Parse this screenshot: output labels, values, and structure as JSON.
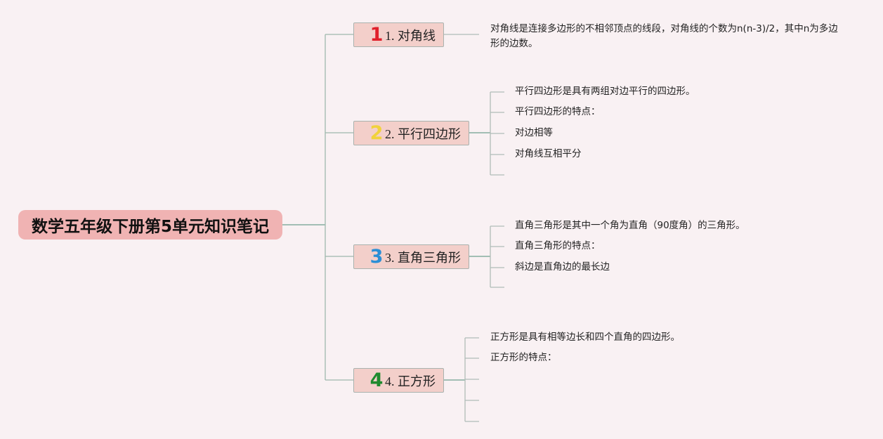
{
  "root": {
    "title": "数学五年级下册第5单元知识笔记"
  },
  "branches": [
    {
      "number": "1",
      "number_color": "#e0202c",
      "label": "1. 对角线",
      "notes": [
        "对角线是连接多边形的不相邻顶点的线段，对角线的个数为n(n-3)/2，其中n为多边形的边数。"
      ]
    },
    {
      "number": "2",
      "number_color": "#f1d23c",
      "label": "2. 平行四边形",
      "notes": [
        "平行四边形是具有两组对边平行的四边形。",
        "平行四边形的特点：",
        "对边相等",
        "对角线互相平分",
        ""
      ]
    },
    {
      "number": "3",
      "number_color": "#2b8fd6",
      "label": "3. 直角三角形",
      "notes": [
        "直角三角形是其中一个角为直角（90度角）的三角形。",
        "直角三角形的特点：",
        "斜边是直角边的最长边",
        ""
      ]
    },
    {
      "number": "4",
      "number_color": "#1f8a2e",
      "label": "4. 正方形",
      "notes": [
        "正方形是具有相等边长和四个直角的四边形。",
        "正方形的特点：",
        "",
        "",
        ""
      ]
    }
  ],
  "colors": {
    "background": "#f9f1f3",
    "root_fill": "#f0b3b3",
    "branch_fill": "#f3cfca",
    "trunk_line": "#6fa08e",
    "leaf_line": "#b0bdb8"
  }
}
